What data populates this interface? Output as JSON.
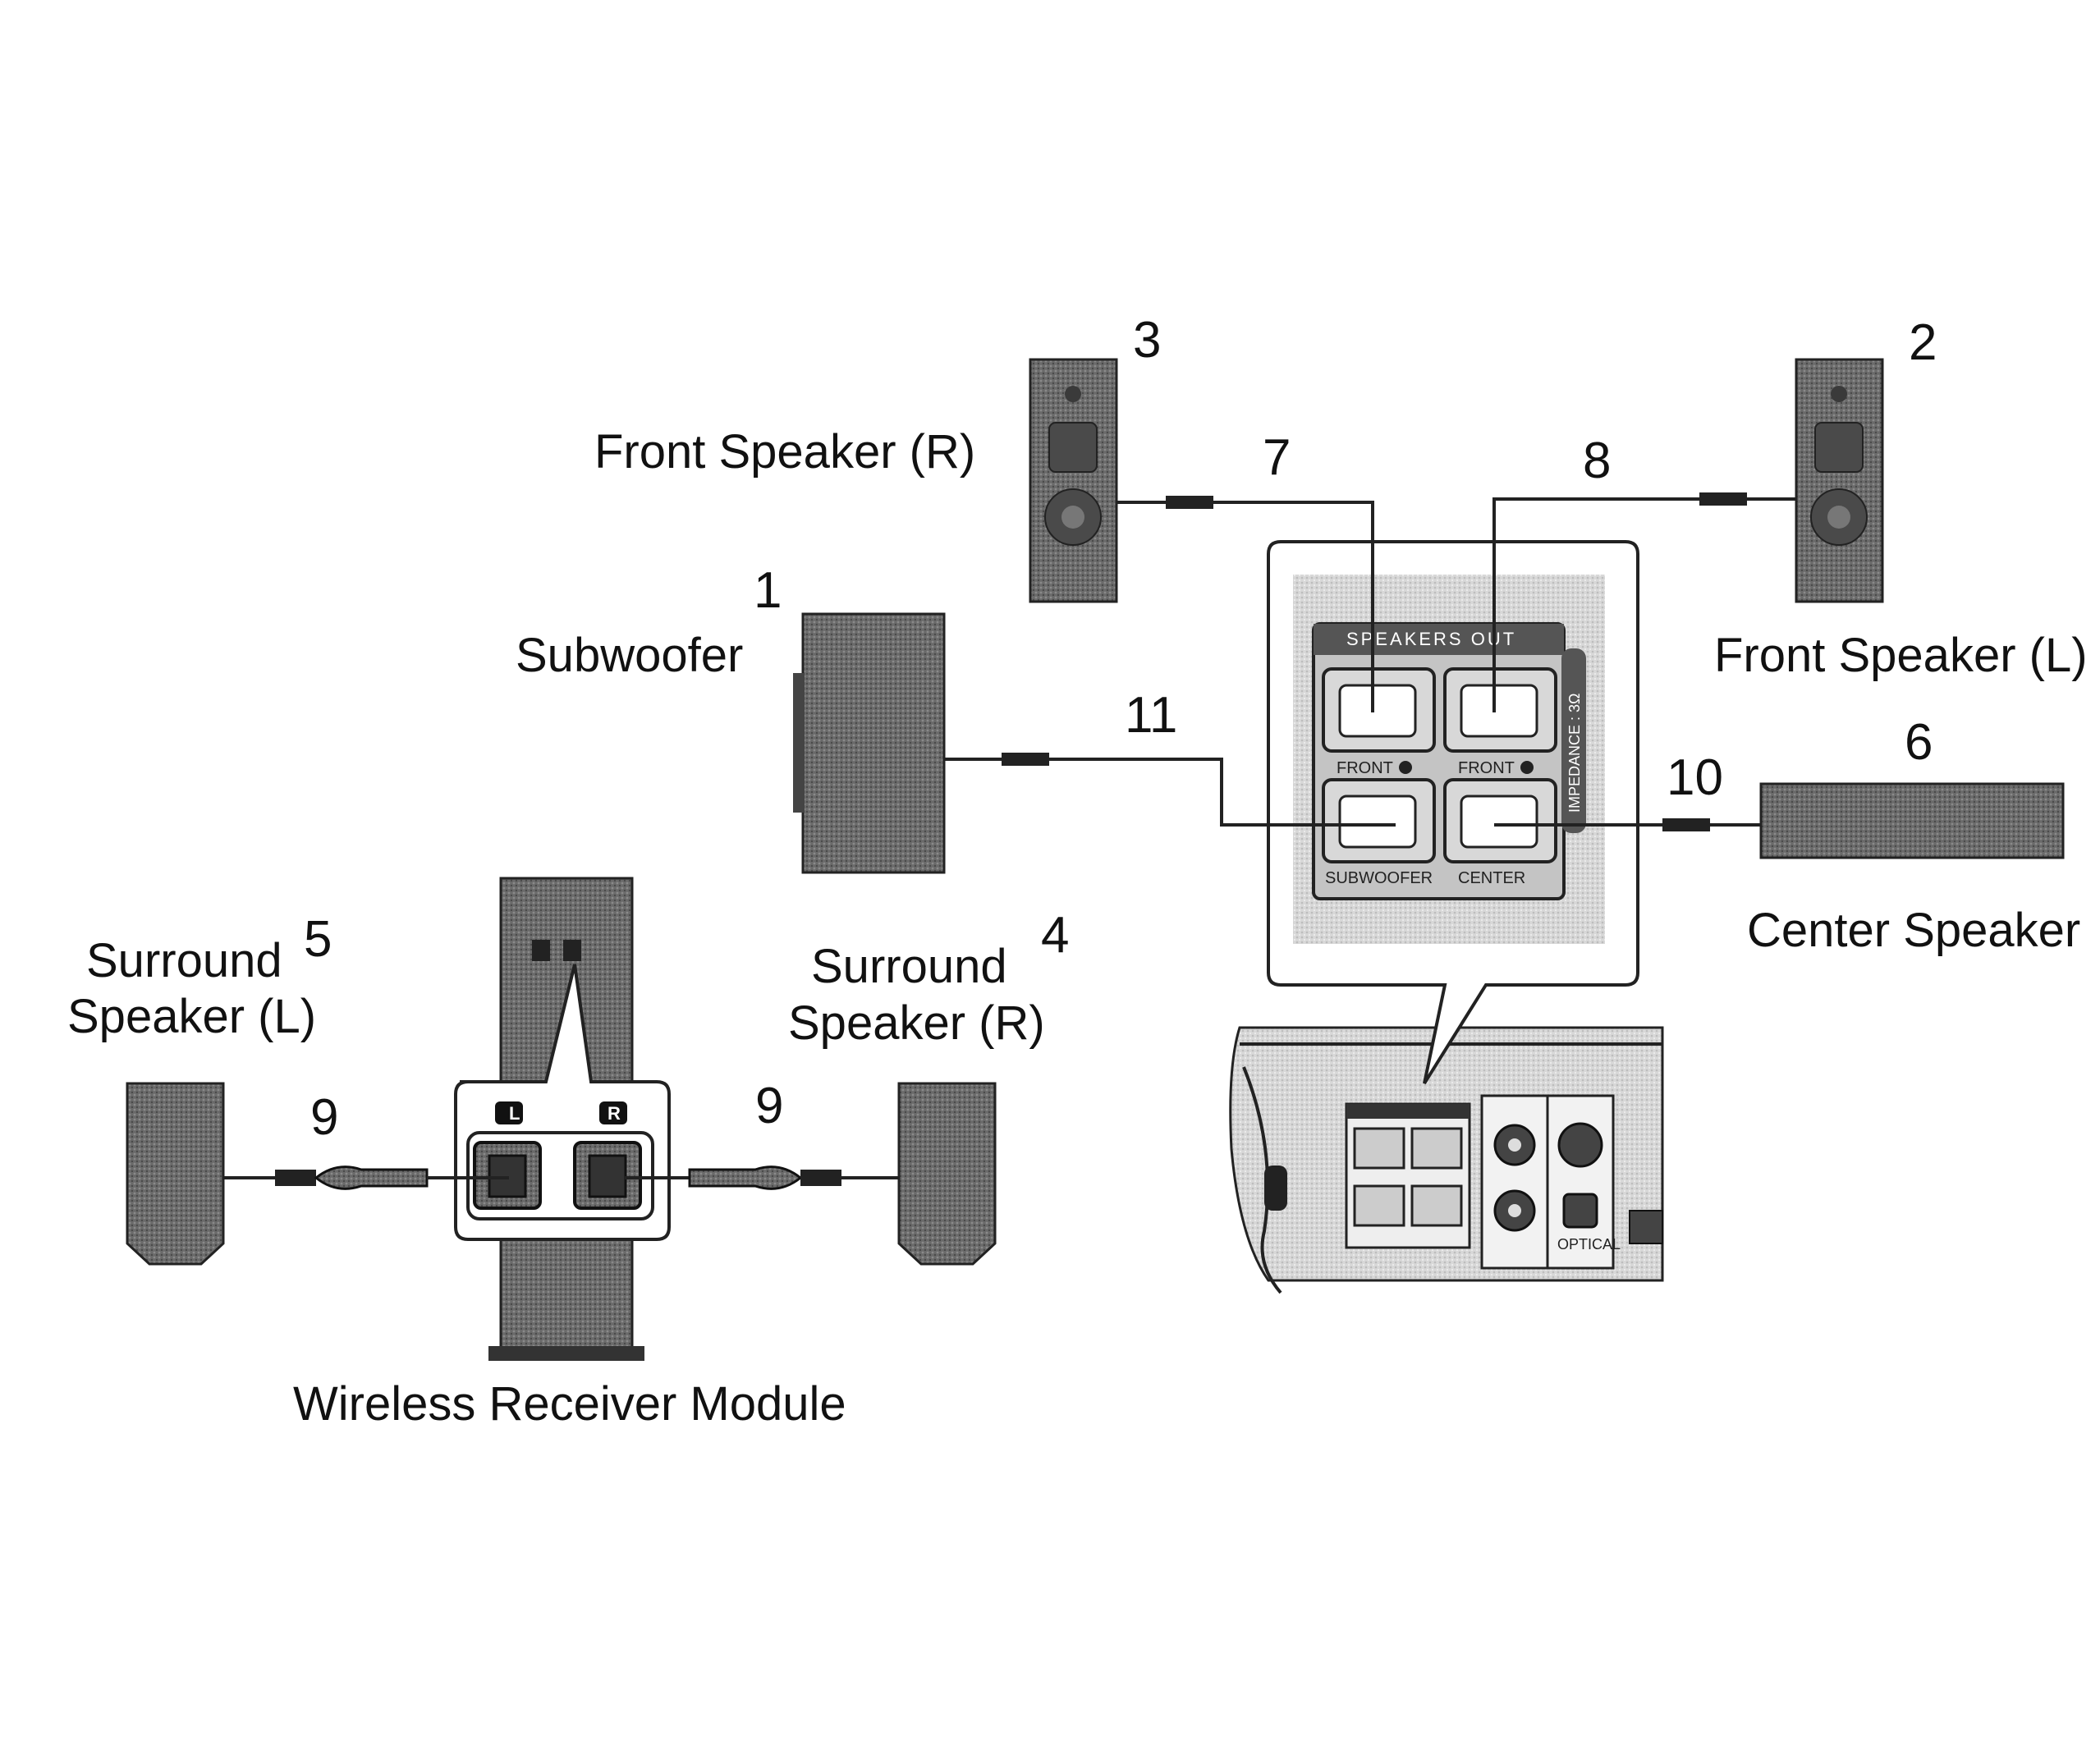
{
  "labels": {
    "front_speaker_r": "Front Speaker (R)",
    "front_speaker_l": "Front Speaker (L)",
    "subwoofer": "Subwoofer",
    "center_speaker": "Center Speaker",
    "surround_speaker_l_line1": "Surround",
    "surround_speaker_l_line2": "Speaker (L)",
    "surround_speaker_r_line1": "Surround",
    "surround_speaker_r_line2": "Speaker (R)",
    "wireless_receiver_module": "Wireless Receiver Module"
  },
  "numbers": {
    "subwoofer": "1",
    "front_speaker_l": "2",
    "front_speaker_r": "3",
    "surround_speaker_r": "4",
    "surround_speaker_l": "5",
    "center_speaker": "6",
    "cable_front_r": "7",
    "cable_front_l": "8",
    "cable_surround_l": "9",
    "cable_surround_r": "9",
    "cable_center": "10",
    "cable_subwoofer": "11"
  },
  "panel": {
    "title": "SPEAKERS OUT",
    "jack_front_1": "FRONT",
    "jack_front_2": "FRONT",
    "jack_subwoofer": "SUBWOOFER",
    "jack_center": "CENTER",
    "impedance": "IMPEDANCE : 3Ω",
    "receiver_l": "L",
    "receiver_r": "R",
    "optical": "OPTICAL"
  },
  "colors": {
    "speaker_body": "#5a5a5a",
    "panel_bg": "#c8c8c8",
    "wire": "#222222"
  }
}
